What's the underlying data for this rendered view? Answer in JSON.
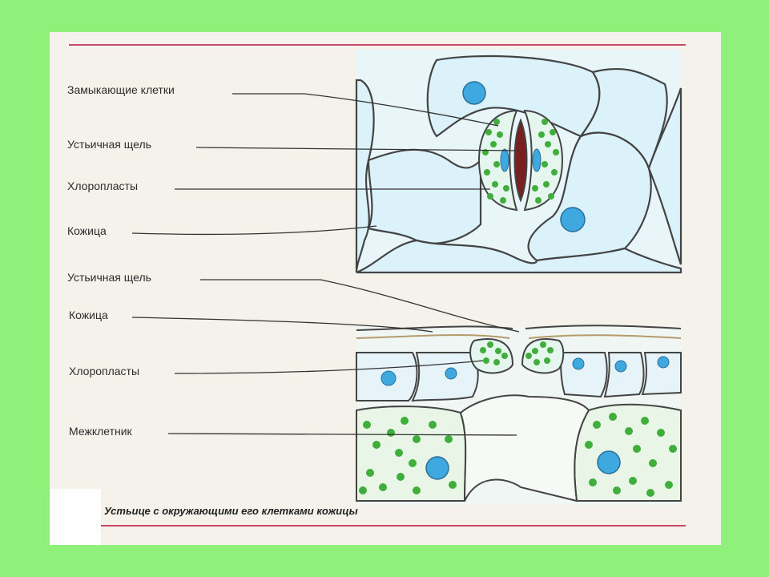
{
  "labels": {
    "guard_cells": "Замыкающие клетки",
    "stomatal_slit_top": "Устьичная щель",
    "chloroplasts_top": "Хлоропласты",
    "epidermis_top": "Кожица",
    "stomatal_slit_bottom": "Устьичная  щель",
    "epidermis_bottom": "Кожица",
    "chloroplasts_bottom": "Хлоропласты",
    "intercellular_space": "Межклетник"
  },
  "caption": "Устьице с окружающими его клетками кожицы",
  "colors": {
    "frame_background": "#8ff07a",
    "page_background": "#f4f2ea",
    "rule": "#c9486a",
    "cell_fill": "#dcf2fb",
    "nucleus": "#3fa8de",
    "chloroplast": "#3fae3a",
    "slit": "#7a1f1f"
  }
}
